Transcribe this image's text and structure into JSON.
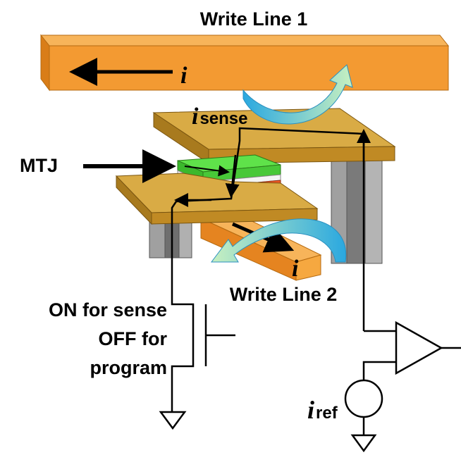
{
  "labels": {
    "write_line_1": "Write Line 1",
    "write_line_2": "Write Line 2",
    "mtj": "MTJ",
    "current_top": "i",
    "current_bottom": "i",
    "isense_i": "i",
    "isense_sub": "sense",
    "iref_i": "i",
    "iref_sub": "ref",
    "transistor_note_line1": "ON for sense",
    "transistor_note_line2": "OFF for",
    "transistor_note_line3": "program"
  },
  "colors": {
    "write_line_top": "#f5a540",
    "write_line_front": "#f08a20",
    "write_line_dark": "#c86a10",
    "electrode": "#c8952a",
    "electrode_top": "#d9ab45",
    "electrode_dark": "#9c6f18",
    "mtj_free": "#46d23a",
    "mtj_barrier": "#d8d8d8",
    "mtj_fixed": "#e64a1e",
    "via_gray": "#9e9e9e",
    "via_dark": "#6e6e6e",
    "field_arrow": "#3fb7e6",
    "field_arrow_light": "#bfe9c8"
  }
}
